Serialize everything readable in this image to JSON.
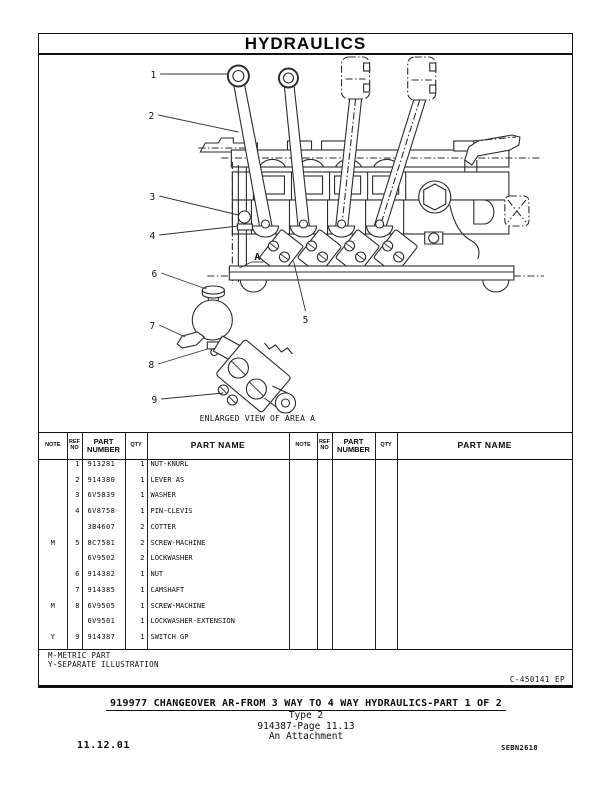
{
  "page": {
    "title": "HYDRAULICS",
    "date": "11.12.01",
    "doc_code": "SEBN2618",
    "drawing_ref": "C-450141 EP",
    "caption_line1": "919977 CHANGEOVER AR-FROM 3 WAY TO 4 WAY HYDRAULICS-PART 1 OF 2",
    "caption_line2": "Type 2",
    "caption_line3": "914387-Page 11.13",
    "caption_line4": "An Attachment"
  },
  "diagram": {
    "area_label": "A",
    "enlarged_view_label": "ENLARGED VIEW OF AREA A",
    "callouts": [
      "1",
      "2",
      "3",
      "4",
      "5",
      "6",
      "7",
      "8",
      "9"
    ]
  },
  "parts_table": {
    "headers": {
      "note": "NOTE",
      "ref_no": "REF NO",
      "part_number": "PART NUMBER",
      "qty": "QTY",
      "part_name": "PART NAME"
    },
    "rows": [
      {
        "note": "",
        "ref": "1",
        "part_number": "913281",
        "qty": "1",
        "part_name": "NUT-KNURL"
      },
      {
        "note": "",
        "ref": "2",
        "part_number": "914380",
        "qty": "1",
        "part_name": "LEVER AS"
      },
      {
        "note": "",
        "ref": "3",
        "part_number": "6V5839",
        "qty": "1",
        "part_name": "WASHER"
      },
      {
        "note": "",
        "ref": "4",
        "part_number": "6V8758",
        "qty": "1",
        "part_name": "PIN-CLEVIS"
      },
      {
        "note": "",
        "ref": "",
        "part_number": "3B4607",
        "qty": "2",
        "part_name": "COTTER"
      },
      {
        "note": "M",
        "ref": "5",
        "part_number": "8C7581",
        "qty": "2",
        "part_name": "SCREW-MACHINE"
      },
      {
        "note": "",
        "ref": "",
        "part_number": "6V9502",
        "qty": "2",
        "part_name": "LOCKWASHER"
      },
      {
        "note": "",
        "ref": "6",
        "part_number": "914382",
        "qty": "1",
        "part_name": "NUT"
      },
      {
        "note": "",
        "ref": "7",
        "part_number": "914385",
        "qty": "1",
        "part_name": "CAMSHAFT"
      },
      {
        "note": "M",
        "ref": "8",
        "part_number": "6V9505",
        "qty": "1",
        "part_name": "SCREW-MACHINE"
      },
      {
        "note": "",
        "ref": "",
        "part_number": "6V9501",
        "qty": "1",
        "part_name": "LOCKWASHER-EXTENSION"
      },
      {
        "note": "Y",
        "ref": "9",
        "part_number": "914387",
        "qty": "1",
        "part_name": "SWITCH GP"
      }
    ]
  },
  "notes": [
    "M-METRIC PART",
    "Y-SEPARATE ILLUSTRATION"
  ]
}
